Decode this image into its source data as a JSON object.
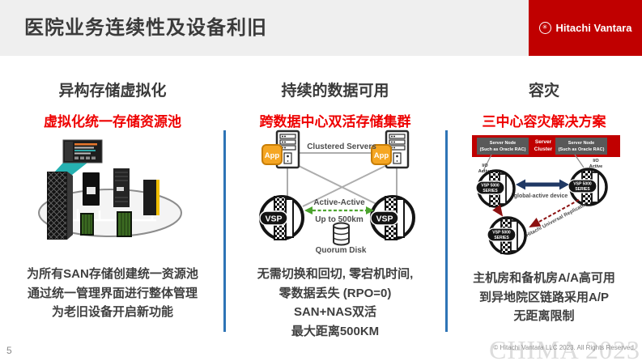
{
  "slide": {
    "title": "医院业务连续性及设备利旧",
    "brand": "Hitachi Vantara"
  },
  "columns": [
    {
      "heading": "异构存储虚拟化",
      "subheading": "虚拟化统一存储资源池",
      "bullets": [
        "为所有SAN存储创建统一资源池",
        "通过统一管理界面进行整体管理",
        "为老旧设备开启新功能"
      ]
    },
    {
      "heading": "持续的数据可用",
      "subheading": "跨数据中心双活存储集群",
      "diagram": {
        "clustered_servers": "Clustered Servers",
        "app_badge": "App",
        "vsp_badge": "VSP",
        "active_active": "Active-Active",
        "distance": "Up to 500km",
        "quorum_disk": "Quorum Disk"
      },
      "bullets": [
        "无需切换和回切, 零宕机时间,",
        "零数据丢失 (RPO=0)",
        "SAN+NAS双活",
        "最大距离500KM"
      ]
    },
    {
      "heading": "容灾",
      "subheading": "三中心容灾解决方案",
      "diagram": {
        "server_node_line1": "Server Node",
        "server_node_line2": "(Such as Oracle RAC)",
        "server_cluster_line1": "Server",
        "server_cluster_line2": "Cluster",
        "io_line1": "I/O",
        "io_line2": "Active",
        "vsp_line1": "VSP 5000",
        "vsp_line2": "SERIES",
        "gad_label": "global-active device",
        "hur_label": "Hitachi Universal Replicator"
      },
      "bullets": [
        "主机房和备机房A/A高可用",
        "到异地院区链路采用A/P",
        "无距离限制"
      ]
    }
  ],
  "footer": {
    "page_number": "5",
    "copyright": "© Hitachi Vantara LLC 2023. All Rights Reserved.",
    "watermark": "CHIMA 2023"
  },
  "colors": {
    "header_gray": "#EFEFEF",
    "brand_red": "#C00000",
    "accent_red": "#EE0000",
    "divider_blue": "#2E74B6",
    "app_orange": "#F5A623",
    "active_green": "#4CA32E",
    "gad_navy": "#1F3864",
    "hur_dark_red": "#8C1111"
  }
}
